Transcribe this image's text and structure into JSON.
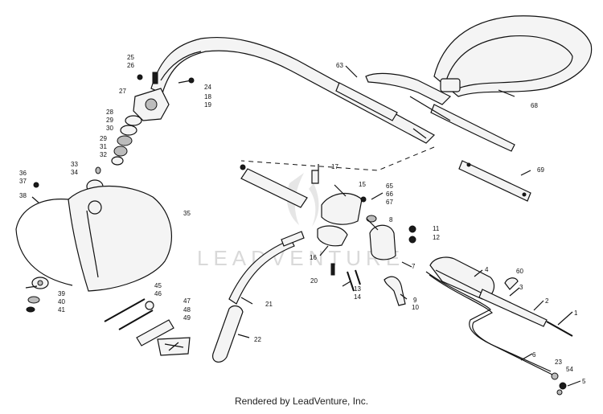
{
  "footer": {
    "text": "Rendered by LeadVenture, Inc."
  },
  "watermark": {
    "text": "LEADVENTURE"
  },
  "part_labels": [
    "1",
    "2",
    "3",
    "4",
    "5",
    "6",
    "7",
    "8",
    "9",
    "10",
    "11",
    "12",
    "13",
    "14",
    "15",
    "16",
    "17",
    "18",
    "19",
    "20",
    "21",
    "22",
    "23",
    "24",
    "25",
    "26",
    "27",
    "28",
    "29",
    "29",
    "30",
    "31",
    "32",
    "33",
    "34",
    "35",
    "36",
    "37",
    "38",
    "39",
    "40",
    "41",
    "45",
    "46",
    "47",
    "48",
    "49",
    "54",
    "60",
    "63",
    "65",
    "66",
    "67",
    "68",
    "69"
  ]
}
